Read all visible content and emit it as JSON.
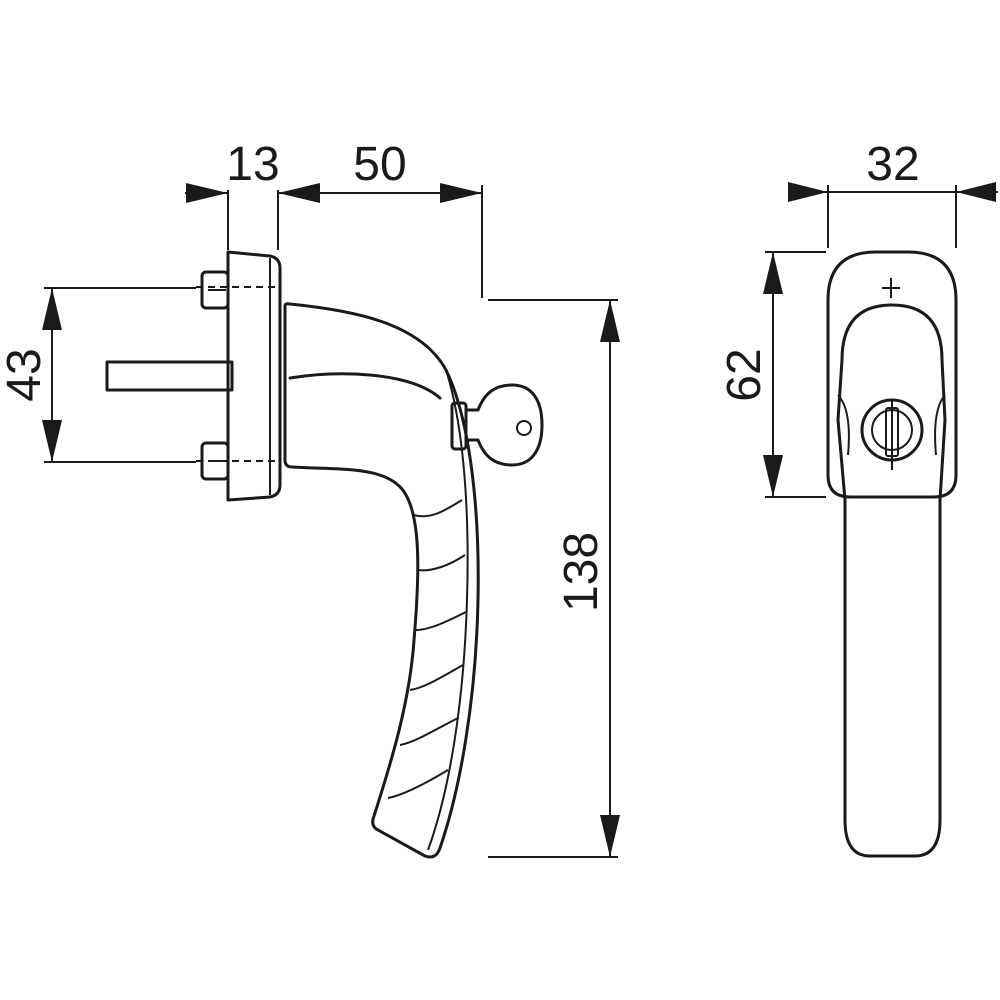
{
  "dimensions": {
    "rose_thickness": "13",
    "projection": "50",
    "spindle_spacing": "43",
    "total_height": "138",
    "rose_width": "32",
    "rose_height": "62"
  }
}
